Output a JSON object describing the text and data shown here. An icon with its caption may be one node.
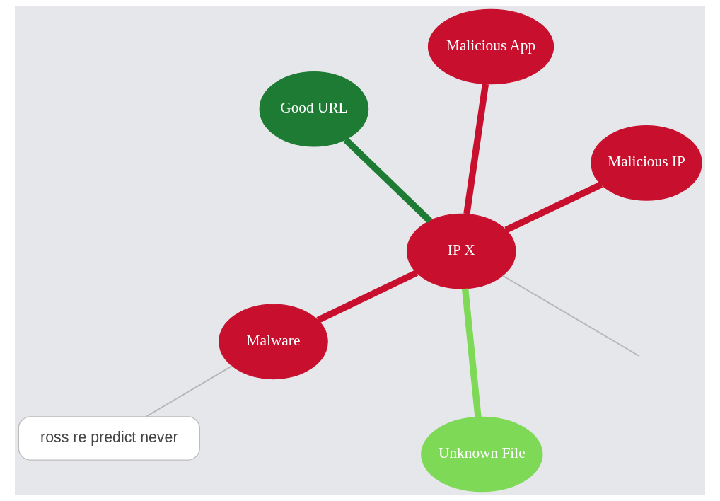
{
  "diagram": {
    "nodes": [
      {
        "text": [
          "Good URL"
        ]
      },
      {
        "text": [
          "Malicious IP"
        ]
      },
      {
        "text": [
          "Unknown File"
        ]
      },
      {
        "text": [
          "IP X"
        ]
      },
      {
        "text": [
          "Malicious App"
        ]
      },
      {
        "text": [
          "Malware"
        ]
      },
      {
        "text": [
          "ross re predict never"
        ]
      }
    ],
    "edges": [
      {
        "from": 0,
        "to": 3,
        "arrow": "none",
        "color": "#1e7b34"
      },
      {
        "from": 1,
        "to": 3,
        "arrow": "none"
      },
      {
        "from": 2,
        "to": 3,
        "arrow": "none",
        "color": "#7ed957"
      },
      {
        "from": 4,
        "to": 3,
        "arrow": "none"
      },
      {
        "from": 5,
        "to": 3,
        "arrow": "none"
      },
      {
        "from": null,
        "to": 3,
        "arrow": "none",
        "color": "#b8b8b8"
      },
      {
        "from": 6,
        "to": 5,
        "arrow": "none",
        "color": "#b8b8b8"
      }
    ]
  }
}
